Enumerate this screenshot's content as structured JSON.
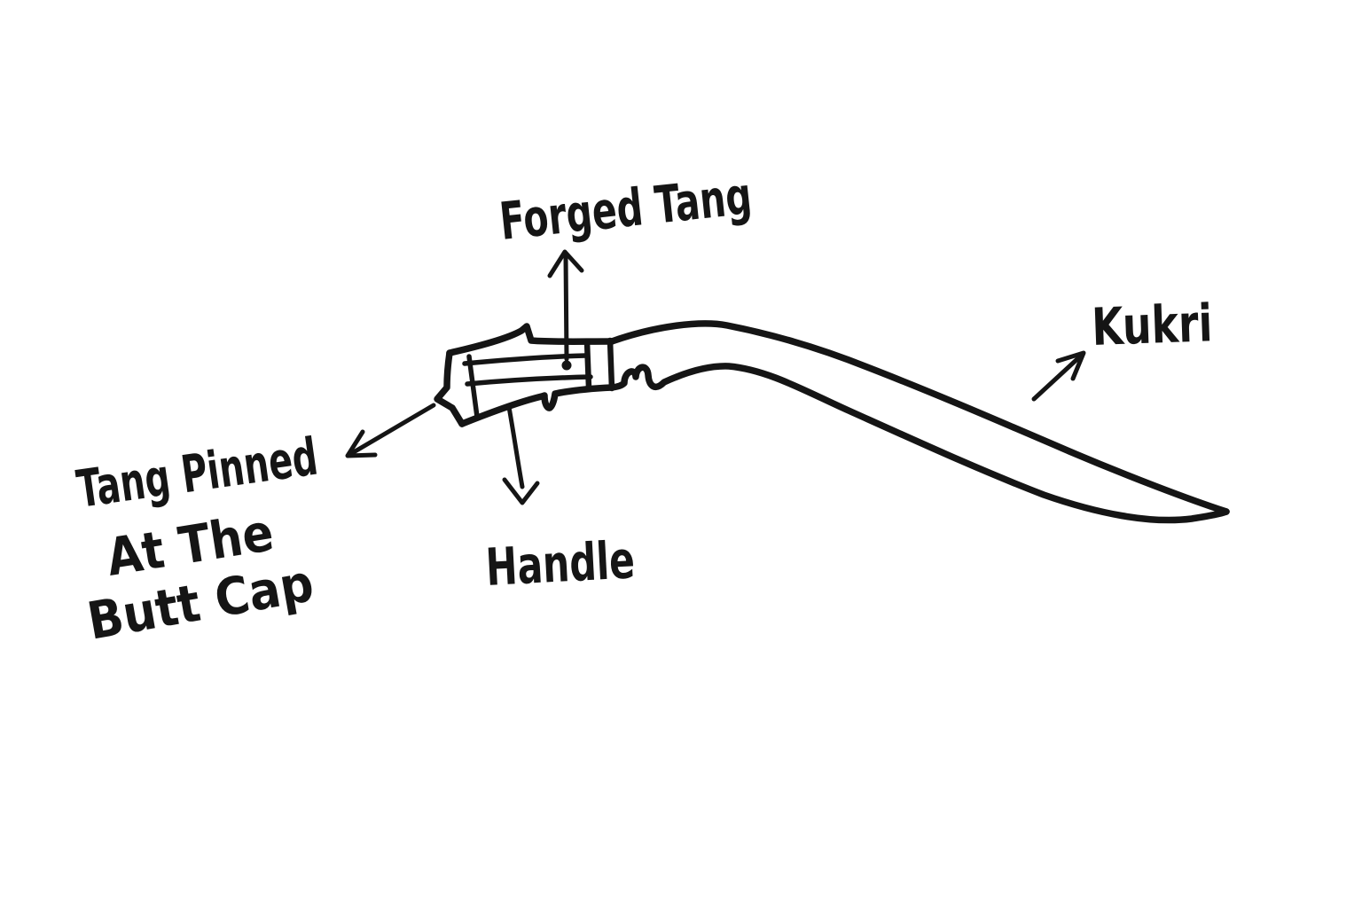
{
  "diagram": {
    "colors": {
      "ink": "#151515",
      "background": "#ffffff"
    },
    "labels": {
      "forged_tang": "Forged Tang",
      "kukri": "Kukri",
      "handle": "Handle",
      "tang_pinned_line1": "Tang Pinned",
      "tang_pinned_line2": "At The",
      "tang_pinned_line3": "Butt Cap"
    }
  }
}
